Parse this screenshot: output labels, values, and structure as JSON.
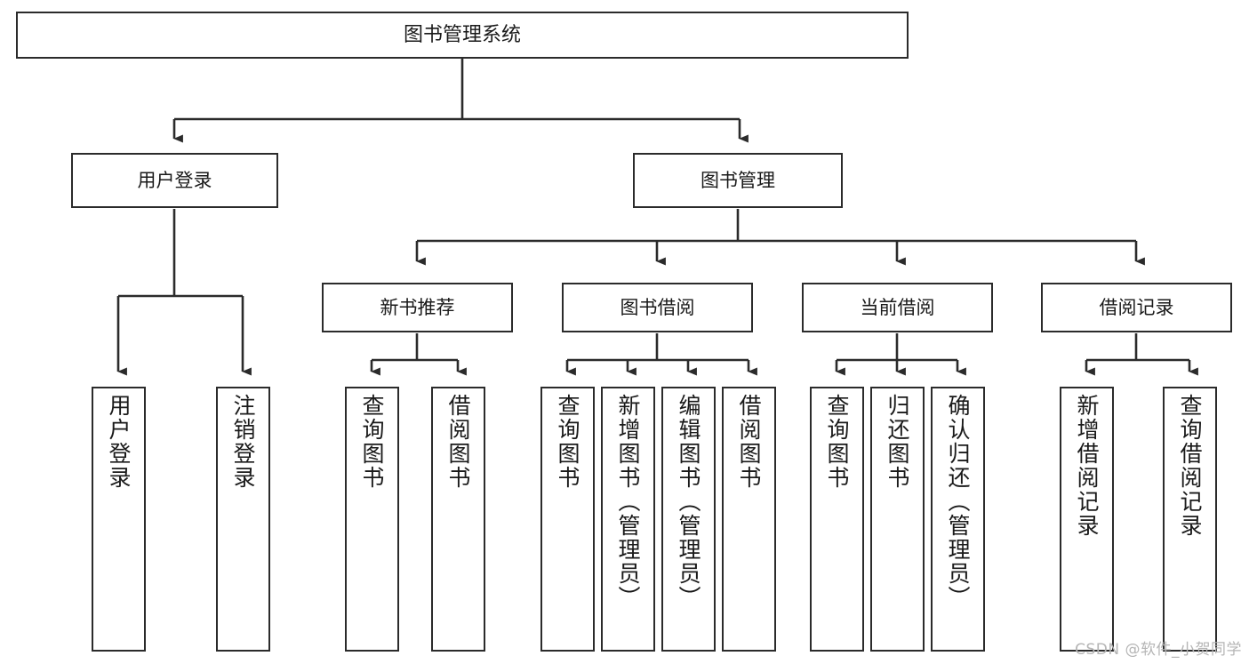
{
  "diagram": {
    "title": "图书管理系统",
    "type": "tree-hierarchy-diagram",
    "colors": {
      "box_border": "#2b2b2b",
      "box_fill": "#ffffff",
      "edge": "#2b2b2b",
      "text": "#1a1a1a",
      "watermark": "#b5b5b5",
      "background": "#ffffff"
    },
    "root": {
      "label": "图书管理系统"
    },
    "level1": [
      {
        "label": "用户登录"
      },
      {
        "label": "图书管理"
      }
    ],
    "level2": [
      {
        "label": "新书推荐"
      },
      {
        "label": "图书借阅"
      },
      {
        "label": "当前借阅"
      },
      {
        "label": "借阅记录"
      }
    ],
    "leaves": {
      "user_login": [
        {
          "label": "用户登录"
        },
        {
          "label": "注销登录"
        }
      ],
      "new_book_recommend": [
        {
          "label": "查询图书"
        },
        {
          "label": "借阅图书"
        }
      ],
      "book_borrow": [
        {
          "label": "查询图书"
        },
        {
          "label": "新增图书（管理员）"
        },
        {
          "label": "编辑图书（管理员）"
        },
        {
          "label": "借阅图书"
        }
      ],
      "current_borrow": [
        {
          "label": "查询图书"
        },
        {
          "label": "归还图书"
        },
        {
          "label": "确认归还（管理员）"
        }
      ],
      "borrow_records": [
        {
          "label": "新增借阅记录"
        },
        {
          "label": "查询借阅记录"
        }
      ]
    }
  },
  "watermark": {
    "text": "CSDN @软件_小贺同学"
  }
}
